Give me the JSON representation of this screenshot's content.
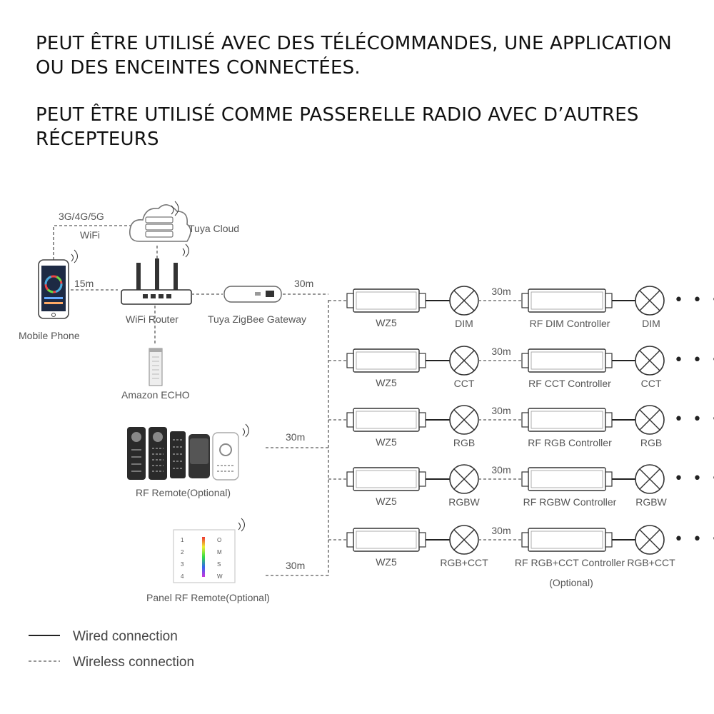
{
  "headline": {
    "line1a": "PEUT ÊTRE UTILISÉ AVEC DES TÉLÉCOMMANDES, UNE APPLICATION",
    "line1b": "OU DES ENCEINTES CONNECTÉES.",
    "line2a": "PEUT ÊTRE UTILISÉ COMME PASSERELLE RADIO AVEC D’AUTRES",
    "line2b": "RÉCEPTEURS"
  },
  "network": {
    "network_type_line1": "3G/4G/5G",
    "network_type_line2": "WiFi",
    "cloud_label": "Tuya Cloud",
    "phone_label": "Mobile Phone",
    "phone_distance": "15m",
    "router_label": "WiFi Router",
    "gateway_label": "Tuya ZigBee Gateway",
    "gateway_distance": "30m",
    "echo_label": "Amazon ECHO",
    "remote_label": "RF Remote(Optional)",
    "remote_distance": "30m",
    "panel_label": "Panel RF Remote(Optional)",
    "panel_distance": "30m",
    "panel_keys": [
      "1",
      "2",
      "3",
      "4"
    ],
    "panel_icons": [
      "O",
      "M",
      "S",
      "W"
    ]
  },
  "rows": [
    {
      "controller": "WZ5",
      "lamp": "DIM",
      "distance": "30m",
      "rf_controller": "RF DIM Controller",
      "end_lamp": "DIM",
      "note": ""
    },
    {
      "controller": "WZ5",
      "lamp": "CCT",
      "distance": "30m",
      "rf_controller": "RF CCT Controller",
      "end_lamp": "CCT",
      "note": ""
    },
    {
      "controller": "WZ5",
      "lamp": "RGB",
      "distance": "30m",
      "rf_controller": "RF RGB Controller",
      "end_lamp": "RGB",
      "note": ""
    },
    {
      "controller": "WZ5",
      "lamp": "RGBW",
      "distance": "30m",
      "rf_controller": "RF RGBW Controller",
      "end_lamp": "RGBW",
      "note": ""
    },
    {
      "controller": "WZ5",
      "lamp": "RGB+CCT",
      "distance": "30m",
      "rf_controller": "RF RGB+CCT Controller",
      "end_lamp": "RGB+CCT",
      "note": "(Optional)"
    }
  ],
  "continuation": "• • •",
  "legend": {
    "wired": "Wired connection",
    "wireless": "Wireless connection"
  }
}
